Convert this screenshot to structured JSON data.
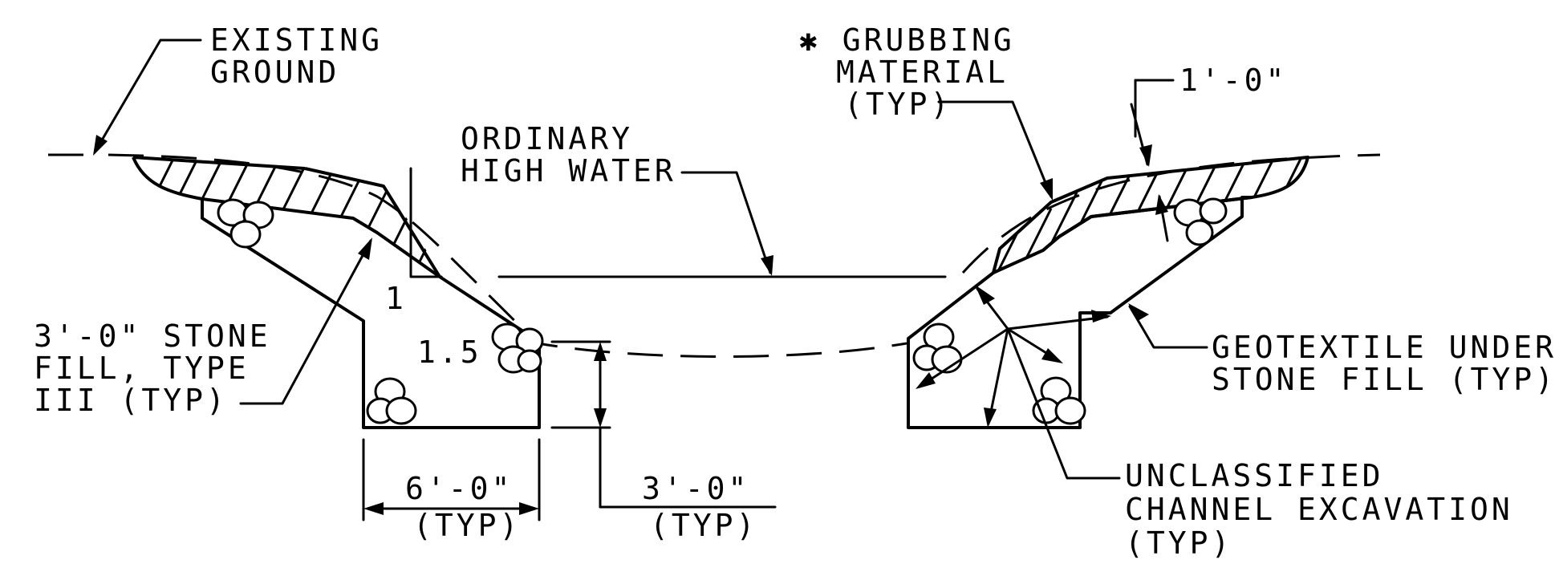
{
  "labels": {
    "existing_ground": [
      "EXISTING",
      "GROUND"
    ],
    "grubbing": [
      "✱ GRUBBING",
      "MATERIAL",
      "(TYP)"
    ],
    "one_foot": "1'-0\"",
    "ohw": [
      "ORDINARY",
      "HIGH WATER"
    ],
    "stone_fill": [
      "3'-0\" STONE",
      "FILL, TYPE",
      "III (TYP)"
    ],
    "slope_rise": "1",
    "slope_run": "1.5",
    "geotextile": [
      "GEOTEXTILE UNDER",
      "STONE FILL (TYP)"
    ],
    "six_foot": [
      "6'-0\"",
      "(TYP)"
    ],
    "three_foot": [
      "3'-0\"",
      "(TYP)"
    ],
    "unclassified": [
      "UNCLASSIFIED",
      "CHANNEL EXCAVATION",
      "(TYP)"
    ]
  }
}
